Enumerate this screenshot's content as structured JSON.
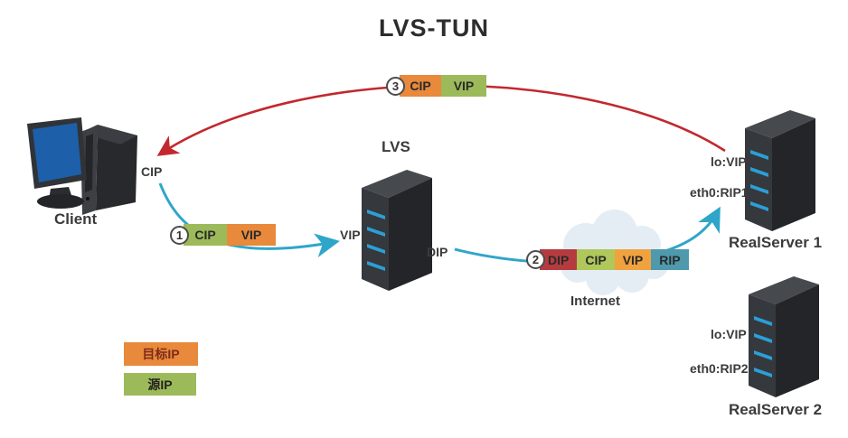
{
  "title": "LVS-TUN",
  "colors": {
    "orange": "#E8893B",
    "green": "#9DBA5A",
    "dark_red": "#B53B3F",
    "teal": "#4E99AC",
    "arrow_red": "#C2282E",
    "arrow_cyan": "#2FA6C9",
    "client_screen_blue": "#1E5FA9",
    "server_led_blue": "#2B9FD6",
    "cloud": "#E4EDF4"
  },
  "nodes": {
    "client": {
      "label": "Client",
      "interface": "CIP"
    },
    "lvs": {
      "label": "LVS",
      "left_interface": "VIP",
      "right_interface": "DIP"
    },
    "internet": {
      "label": "Internet"
    },
    "realserver1": {
      "label": "RealServer 1",
      "loopback": "lo:VIP",
      "eth": "eth0:RIP1"
    },
    "realserver2": {
      "label": "RealServer 2",
      "loopback": "lo:VIP",
      "eth": "eth0:RIP2"
    }
  },
  "packets": {
    "p1": {
      "step": "1",
      "segments": [
        {
          "label": "CIP",
          "color": "green"
        },
        {
          "label": "VIP",
          "color": "orange"
        }
      ]
    },
    "p2": {
      "step": "2",
      "segments": [
        {
          "label": "DIP",
          "color": "dark_red"
        },
        {
          "label": "CIP",
          "color": "green"
        },
        {
          "label": "VIP",
          "color": "orange"
        },
        {
          "label": "RIP",
          "color": "teal"
        }
      ]
    },
    "p3": {
      "step": "3",
      "segments": [
        {
          "label": "CIP",
          "color": "orange"
        },
        {
          "label": "VIP",
          "color": "green"
        }
      ]
    }
  },
  "legend": {
    "dest": {
      "label": "目标IP",
      "color": "orange"
    },
    "src": {
      "label": "源IP",
      "color": "green"
    }
  }
}
